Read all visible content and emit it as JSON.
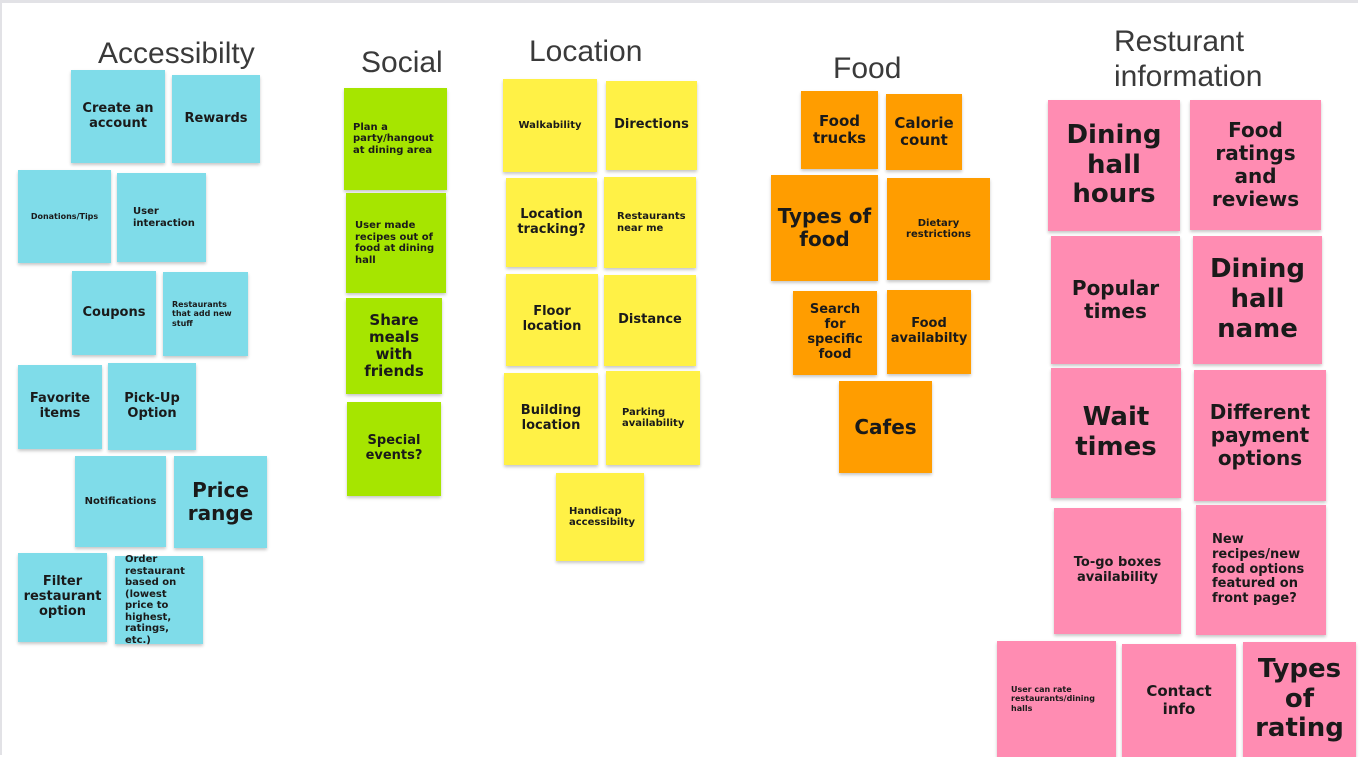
{
  "headings": {
    "accessibility": "Accessibilty",
    "social": "Social",
    "location": "Location",
    "food": "Food",
    "restaurant": "Resturant information"
  },
  "accessibility": {
    "create_account": "Create an account",
    "rewards": "Rewards",
    "donations": "Donations/Tips",
    "user_interaction": "User interaction",
    "coupons": "Coupons",
    "restaurants_new_stuff": "Restaurants that add new stuff",
    "favorite_items": "Favorite items",
    "pickup_option": "Pick-Up Option",
    "notifications": "Notifications",
    "price_range": "Price range",
    "filter_restaurant": "Filter restaurant option",
    "order_restaurant": "Order restaurant based on (lowest price to highest, ratings, etc.)"
  },
  "social": {
    "plan_party": "Plan a party/hangout at dining area",
    "user_recipes": "User made recipes out of food at dining hall",
    "share_meals": "Share meals with friends",
    "special_events": "Special events?"
  },
  "location": {
    "walkability": "Walkability",
    "directions": "Directions",
    "location_tracking": "Location tracking?",
    "restaurants_near_me": "Restaurants near me",
    "floor_location": "Floor location",
    "distance": "Distance",
    "building_location": "Building location",
    "parking": "Parking availability",
    "handicap": "Handicap accessibilty"
  },
  "food": {
    "food_trucks": "Food trucks",
    "calorie_count": "Calorie count",
    "types_of_food": "Types of food",
    "dietary": "Dietary restrictions",
    "search_food": "Search for specific food",
    "food_availability": "Food availabilty",
    "cafes": "Cafes"
  },
  "restaurant": {
    "dining_hours": "Dining hall hours",
    "food_ratings": "Food ratings and reviews",
    "popular_times": "Popular times",
    "dining_name": "Dining hall name",
    "wait_times": "Wait times",
    "payment_options": "Different payment options",
    "togo_boxes": "To-go boxes availability",
    "new_recipes": "New recipes/new food options featured on front page?",
    "user_rate": "User can rate restaurants/dining halls",
    "contact_info": "Contact info",
    "types_rating": "Types of rating"
  },
  "colors": {
    "blue": "#7fdce9",
    "green": "#a6e500",
    "yellow": "#fff146",
    "orange": "#ff9d00",
    "pink": "#ff8cb2"
  }
}
